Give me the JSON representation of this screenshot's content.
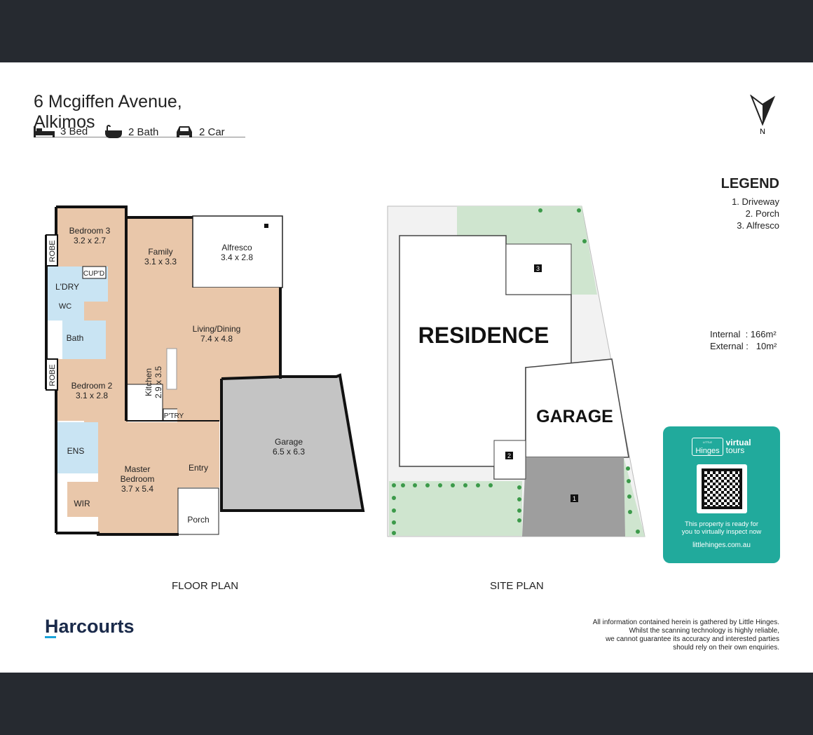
{
  "header": {
    "address": "6 Mcgiffen Avenue, Alkimos",
    "bed": "3 Bed",
    "bath": "2 Bath",
    "car": "2 Car",
    "north": "N"
  },
  "floor_plan": {
    "label": "FLOOR PLAN",
    "rooms": {
      "bed3": [
        "Bedroom 3",
        "3.2 x 2.7"
      ],
      "family": [
        "Family",
        "3.1 x 3.3"
      ],
      "alfresco": [
        "Alfresco",
        "3.4 x 2.8"
      ],
      "robe": "ROBE",
      "cupd": "CUP'D",
      "ldry": "L'DRY",
      "wc": "WC",
      "bath": "Bath",
      "living": [
        "Living/Dining",
        "7.4 x 4.8"
      ],
      "kitchen": [
        "Kitchen",
        "2.9 x 3.5"
      ],
      "bed2": [
        "Bedroom 2",
        "3.1 x 2.8"
      ],
      "ptry": "P'TRY",
      "ens": "ENS",
      "wir": "WIR",
      "master": [
        "Master",
        "Bedroom",
        "3.7 x 5.4"
      ],
      "entry": "Entry",
      "garage": [
        "Garage",
        "6.5 x 6.3"
      ],
      "porch": "Porch"
    }
  },
  "site_plan": {
    "label": "SITE PLAN",
    "residence": "RESIDENCE",
    "garage": "GARAGE",
    "markers": [
      "1",
      "2",
      "3"
    ]
  },
  "legend": {
    "title": "LEGEND",
    "items": [
      "1. Driveway",
      "2. Porch",
      "3. Alfresco"
    ],
    "internal": "Internal  : 166m²",
    "external": "External :   10m²"
  },
  "card": {
    "brand_small": "LITTLE",
    "brand": "Hinges",
    "virtual": "virtual",
    "tours": "tours",
    "line1": "This property is ready for",
    "line2": "you to virtually inspect now",
    "url": "littlehinges.com.au"
  },
  "footer": {
    "brand": "Harcourts",
    "disclaimer": [
      "All information contained herein is gathered by Little Hinges.",
      "Whilst the scanning technology is highly reliable,",
      "we cannot guarantee its accuracy and interested parties",
      "should rely on their own enquiries."
    ]
  },
  "colors": {
    "bar": "#262a30",
    "floor": "#e9c7aa",
    "wet": "#c9e4f3",
    "garage": "#c4c4c4",
    "garden": "#cfe5cf",
    "teal": "#21aa9c"
  }
}
